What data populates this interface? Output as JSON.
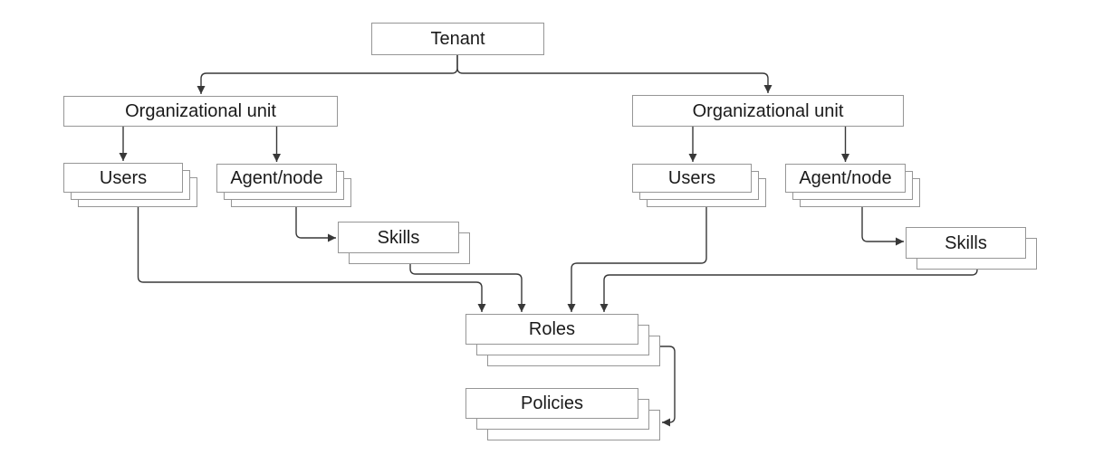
{
  "page": {
    "background": "#ffffff"
  },
  "diagram": {
    "nodes": {
      "tenant": {
        "label": "Tenant",
        "stack": 1
      },
      "org_unit_left": {
        "label": "Organizational unit",
        "stack": 1
      },
      "org_unit_right": {
        "label": "Organizational unit",
        "stack": 1
      },
      "users_left": {
        "label": "Users",
        "stack": 3
      },
      "agent_node_left": {
        "label": "Agent/node",
        "stack": 3
      },
      "skills_left": {
        "label": "Skills",
        "stack": 2
      },
      "users_right": {
        "label": "Users",
        "stack": 3
      },
      "agent_node_right": {
        "label": "Agent/node",
        "stack": 3
      },
      "skills_right": {
        "label": "Skills",
        "stack": 2
      },
      "roles": {
        "label": "Roles",
        "stack": 3
      },
      "policies": {
        "label": "Policies",
        "stack": 3
      }
    },
    "edges": [
      {
        "from": "tenant",
        "to": "org_unit_left"
      },
      {
        "from": "tenant",
        "to": "org_unit_right"
      },
      {
        "from": "org_unit_left",
        "to": "users_left"
      },
      {
        "from": "org_unit_left",
        "to": "agent_node_left"
      },
      {
        "from": "agent_node_left",
        "to": "skills_left"
      },
      {
        "from": "org_unit_right",
        "to": "users_right"
      },
      {
        "from": "org_unit_right",
        "to": "agent_node_right"
      },
      {
        "from": "agent_node_right",
        "to": "skills_right"
      },
      {
        "from": "users_left",
        "to": "roles"
      },
      {
        "from": "skills_left",
        "to": "roles"
      },
      {
        "from": "users_right",
        "to": "roles"
      },
      {
        "from": "skills_right",
        "to": "roles"
      },
      {
        "from": "roles",
        "to": "policies"
      }
    ],
    "colors": {
      "box_fill": "#ffffff",
      "box_border": "#969696",
      "connector": "#383838",
      "text": "#1a1a1a"
    }
  }
}
